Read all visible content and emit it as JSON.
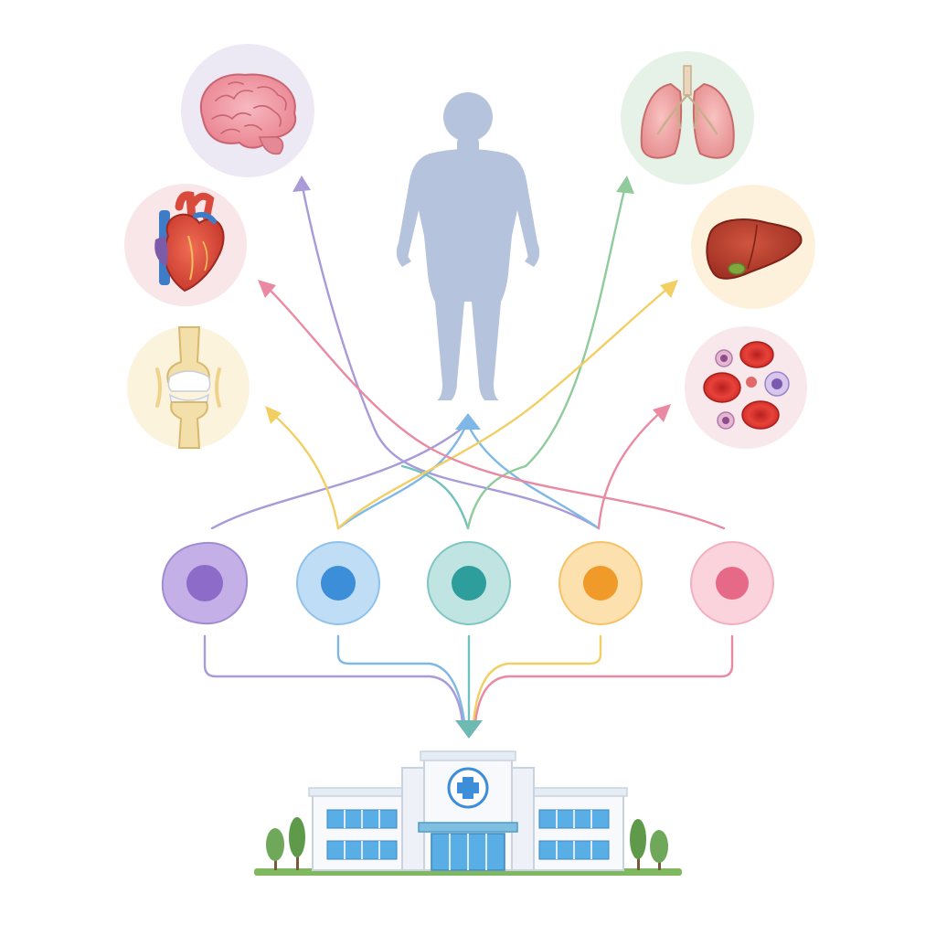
{
  "diagram": {
    "organs": [
      {
        "name": "brain",
        "bg": "#ECE8F4",
        "flow_color": "#A99AD8"
      },
      {
        "name": "heart",
        "bg": "#F8E6E8",
        "flow_color": "#E98AA2"
      },
      {
        "name": "knee-joint",
        "bg": "#FCF3DC",
        "flow_color": "#F2CF63"
      },
      {
        "name": "lungs",
        "bg": "#E6F2E7",
        "flow_color": "#8FCB9B"
      },
      {
        "name": "liver",
        "bg": "#FDF1DB",
        "flow_color": "#F2CF63"
      },
      {
        "name": "blood-cells",
        "bg": "#F8E8EC",
        "flow_color": "#E98AA2"
      }
    ],
    "body_color": "#B5C3DC",
    "stem_cells": [
      {
        "name": "purple",
        "fill": "#C4B0E6",
        "stroke": "#A08CD2",
        "nucleus": "#8C6CC8",
        "line": "#A99AD8"
      },
      {
        "name": "blue",
        "fill": "#BFDDF4",
        "stroke": "#8FC2EA",
        "nucleus": "#3C8ED8",
        "line": "#7FB8E6"
      },
      {
        "name": "teal",
        "fill": "#BFE4E2",
        "stroke": "#7FC6C2",
        "nucleus": "#2E9E9C",
        "line": "#6FC2BD"
      },
      {
        "name": "orange",
        "fill": "#FCE0AE",
        "stroke": "#F5C267",
        "nucleus": "#F09A2A",
        "line": "#F2CF63"
      },
      {
        "name": "pink",
        "fill": "#FAD3DC",
        "stroke": "#F2AFC0",
        "nucleus": "#E66A88",
        "line": "#E98AA2"
      }
    ],
    "hospital": {
      "wall": "#F7F9FC",
      "trim": "#C9D3E0",
      "window": "#5AAEE6",
      "cross_circle": "#3C8ED8",
      "tree": "#6FA85A"
    },
    "arrow_teal": "#6FB9B3"
  }
}
